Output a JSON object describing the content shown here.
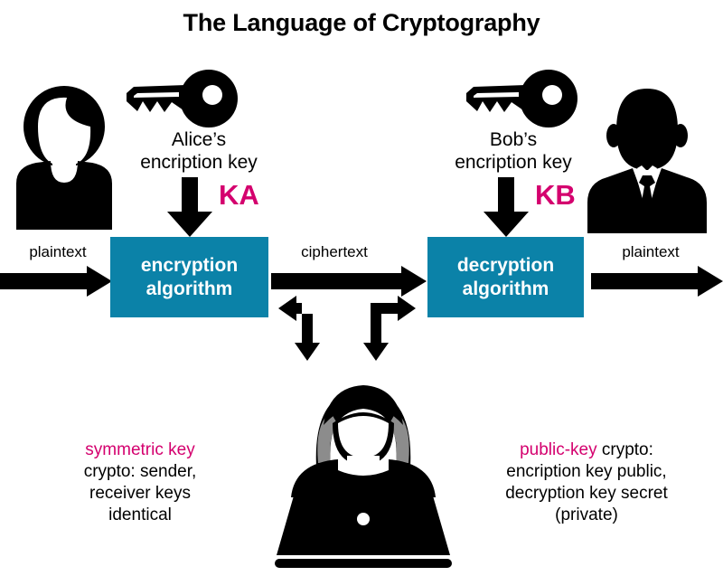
{
  "title": "The Language of Cryptography",
  "colors": {
    "box_fill": "#0b82a8",
    "accent_magenta": "#d4006e",
    "ink": "#000000",
    "background": "#ffffff"
  },
  "flow": {
    "plaintext_in_label": "plaintext",
    "ciphertext_label": "ciphertext",
    "plaintext_out_label": "plaintext",
    "encryption_box": {
      "line1": "encryption",
      "line2": "algorithm"
    },
    "decryption_box": {
      "line1": "decryption",
      "line2": "algorithm"
    }
  },
  "alice": {
    "avatar_name": "alice-avatar",
    "key_label_line1": "Alice’s",
    "key_label_line2": "encription key",
    "key_tag": "KA"
  },
  "bob": {
    "avatar_name": "bob-avatar",
    "key_label_line1": "Bob’s",
    "key_label_line2": "encription key",
    "key_tag": "KB"
  },
  "attacker": {
    "avatar_name": "hacker-with-laptop"
  },
  "captions": {
    "left": {
      "highlight": "symmetric key",
      "line2": "crypto: sender,",
      "line3": "receiver keys",
      "line4": "identical"
    },
    "right": {
      "highlight": "public-key",
      "highlight_tail": " crypto:",
      "line2": "encription key public,",
      "line3": "decryption key secret",
      "line4": "(private)"
    }
  }
}
